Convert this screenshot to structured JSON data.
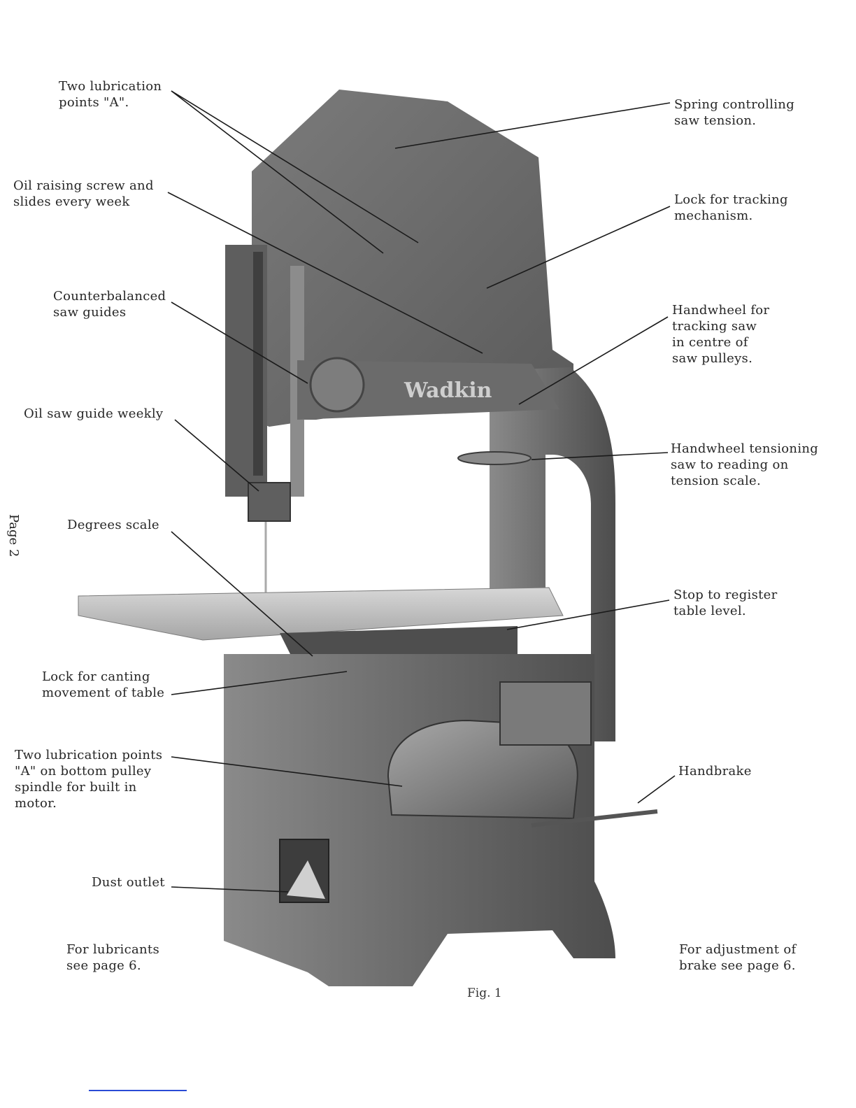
{
  "labels": {
    "lubrication_points_a": "Two lubrication\npoints \"A\".",
    "oil_raising_screw": "Oil raising screw and\nslides every week",
    "counterbalanced_guides": "Counterbalanced\nsaw guides",
    "oil_saw_guide": "Oil saw guide weekly",
    "degrees_scale": "Degrees scale",
    "lock_canting": "Lock for canting\nmovement of table",
    "bottom_pulley_lubrication": "Two lubrication points\n\"A\" on bottom pulley\nspindle for built in\nmotor.",
    "dust_outlet": "Dust outlet",
    "lubricants_note": "For lubricants\nsee page 6.",
    "spring_tension": "Spring controlling\nsaw tension.",
    "lock_tracking": "Lock for tracking\nmechanism.",
    "handwheel_tracking": "Handwheel for\ntracking saw\nin centre of\nsaw pulleys.",
    "handwheel_tensioning": "Handwheel tensioning\nsaw to reading on\ntension scale.",
    "stop_register": "Stop to register\ntable level.",
    "handbrake": "Handbrake",
    "brake_note": "For adjustment of\nbrake see page 6."
  },
  "brand_text": "Wadkin",
  "page_label": "Page 2",
  "figure_caption": "Fig. 1",
  "colors": {
    "body": "#6f6f6f",
    "body_dark": "#4a4a4a",
    "body_light": "#9a9a9a",
    "table": "#b9b9b9",
    "leader": "#1a1a1a",
    "footer_rule": "#2a4bd6"
  }
}
